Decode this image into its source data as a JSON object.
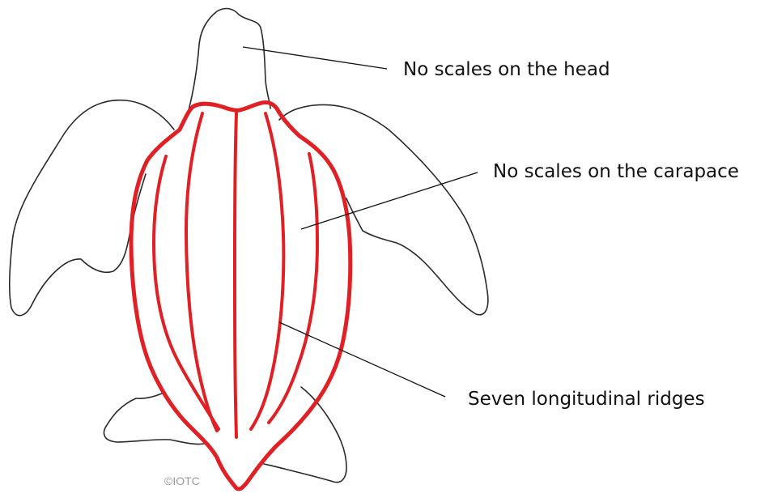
{
  "labels": {
    "head": "No scales on the head",
    "carapace": "No scales on the carapace",
    "ridges": "Seven longitudinal ridges"
  },
  "watermark": "©IOTC",
  "colors": {
    "outline": "#2a2a2a",
    "ridges": "#e02025",
    "leader_lines": "#111111",
    "watermark": "#9a9a9a",
    "background": "#ffffff"
  }
}
